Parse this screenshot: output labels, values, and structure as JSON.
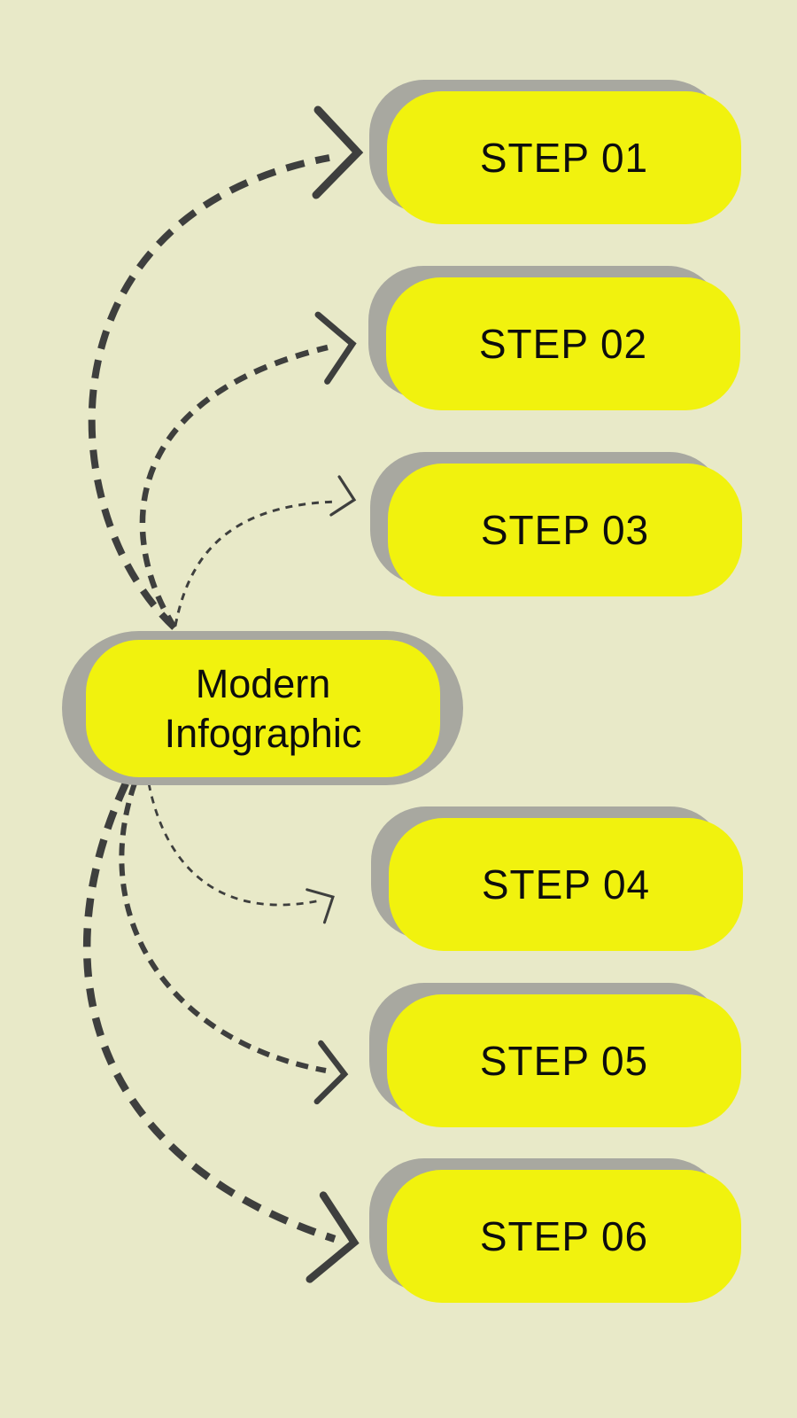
{
  "center": {
    "title_line1": "Modern",
    "title_line2": "Infographic"
  },
  "steps": [
    {
      "label": "STEP 01"
    },
    {
      "label": "STEP 02"
    },
    {
      "label": "STEP 03"
    },
    {
      "label": "STEP 04"
    },
    {
      "label": "STEP 05"
    },
    {
      "label": "STEP 06"
    }
  ],
  "colors": {
    "bg": "#e8e9c8",
    "accent": "#f1f20e",
    "shadow": "#a8a8a0",
    "line": "#3e3f3e",
    "text": "#0d0d0d"
  }
}
